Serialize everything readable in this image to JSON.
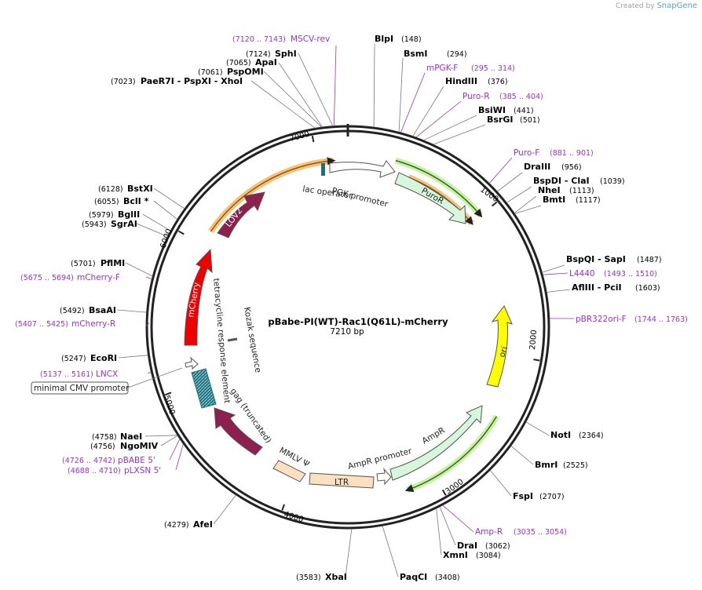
{
  "app": {
    "credit_prefix": "Created by",
    "credit_brand": "SnapGene"
  },
  "plasmid": {
    "name": "pBabe-PI(WT)-Rac1(Q61L)-mCherry",
    "size": "7210 bp"
  },
  "ticks": [
    "1000",
    "2000",
    "3000",
    "4000",
    "5000",
    "6000",
    "7000"
  ],
  "enzymes": [
    {
      "name": "BlpI",
      "pos": "(148)"
    },
    {
      "name": "BsmI",
      "pos": "(294)"
    },
    {
      "name": "HindIII",
      "pos": "(376)"
    },
    {
      "name": "BsiWI",
      "pos": "(441)"
    },
    {
      "name": "BsrGI",
      "pos": "(501)"
    },
    {
      "name": "DraIII",
      "pos": "(956)"
    },
    {
      "name": "BspDI  - ClaI",
      "pos": "(1039)"
    },
    {
      "name": "NheI",
      "pos": "(1113)"
    },
    {
      "name": "BmtI",
      "pos": "(1117)"
    },
    {
      "name": "BspQI  - SapI",
      "pos": "(1487)"
    },
    {
      "name": "AflIII  - PciI",
      "pos": "(1603)"
    },
    {
      "name": "NotI",
      "pos": "(2364)"
    },
    {
      "name": "BmrI",
      "pos": "(2525)"
    },
    {
      "name": "FspI",
      "pos": "(2707)"
    },
    {
      "name": "DraI",
      "pos": "(3062)"
    },
    {
      "name": "XmnI",
      "pos": "(3084)"
    },
    {
      "name": "PaqCI",
      "pos": "(3408)"
    },
    {
      "name": "XbaI",
      "pos": "(3583)"
    },
    {
      "name": "AfeI",
      "pos": "(4279)"
    },
    {
      "name": "NgoMIV",
      "pos": "(4756)"
    },
    {
      "name": "NaeI",
      "pos": "(4758)"
    },
    {
      "name": "EcoRI",
      "pos": "(5247)"
    },
    {
      "name": "BsaAI",
      "pos": "(5492)"
    },
    {
      "name": "PflMI",
      "pos": "(5701)"
    },
    {
      "name": "SgrAI",
      "pos": "(5943)"
    },
    {
      "name": "BglII",
      "pos": "(5979)"
    },
    {
      "name": "BclI *",
      "pos": "(6055)"
    },
    {
      "name": "BstXI",
      "pos": "(6128)"
    },
    {
      "name": "PaeR7I   - PspXI   - XhoI",
      "pos": "(7023)"
    },
    {
      "name": "PspOMI",
      "pos": "(7061)"
    },
    {
      "name": "ApaI",
      "pos": "(7065)"
    },
    {
      "name": "SphI",
      "pos": "(7124)"
    }
  ],
  "primers": [
    {
      "name": "MSCV-rev",
      "pos": "(7120 .. 7143)"
    },
    {
      "name": "mPGK-F",
      "pos": "(295 .. 314)"
    },
    {
      "name": "Puro-R",
      "pos": "(385 .. 404)"
    },
    {
      "name": "Puro-F",
      "pos": "(881 .. 901)"
    },
    {
      "name": "L4440",
      "pos": "(1493 .. 1510)"
    },
    {
      "name": "pBR322ori-F",
      "pos": "(1744 .. 1763)"
    },
    {
      "name": "Amp-R",
      "pos": "(3035 .. 3054)"
    },
    {
      "name": "pBABE 5'",
      "pos": "(4726 .. 4742)"
    },
    {
      "name": "pLXSN 5'",
      "pos": "(4688 .. 4710)"
    },
    {
      "name": "LNCX",
      "pos": "(5137 .. 5161)"
    },
    {
      "name": "mCherry-R",
      "pos": "(5407 .. 5425)"
    },
    {
      "name": "mCherry-F",
      "pos": "(5675 .. 5694)"
    }
  ],
  "features": {
    "lac_operator": "lac operator",
    "pgk_promoter": "PGK promoter",
    "puror": "PuroR",
    "lov2": "LOV2",
    "mcherry": "mCherry",
    "tre": "tetracycline response element",
    "kozak": "Kozak sequence",
    "ori": "ori",
    "cmv": "minimal CMV promoter",
    "gag": "gag (truncated)",
    "mmlv": "MMLV Ψ",
    "ltr": "LTR",
    "ampr_promoter": "AmpR promoter",
    "ampr": "AmpR"
  },
  "colors": {
    "backbone": "#222222",
    "primer": "#9b30d8",
    "orange_highlight": "#f6c27a",
    "green_highlight": "#c9f0a6",
    "puror_fill": "#d6f7dc",
    "lov2_fill": "#8e2050",
    "mcherry_fill": "#f00000",
    "ori_fill": "#ffff00",
    "ampr_fill": "#d6f7dc",
    "gag_fill": "#8e2050",
    "ltr_fill": "#fde0c0",
    "mmlv_fill": "#fde0c0",
    "tre_fill": "#1f6e7a",
    "lac_fill": "#1f6e7a"
  }
}
